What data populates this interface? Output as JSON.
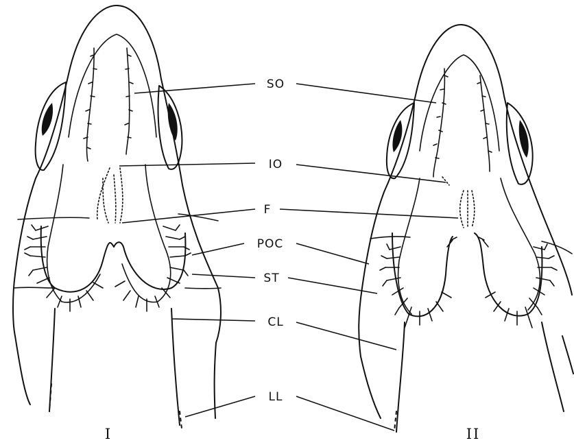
{
  "labels": {
    "so": "SO",
    "io": "IO",
    "f": "F",
    "poc": "POC",
    "st": "ST",
    "cl": "CL",
    "ll": "LL"
  },
  "panels": {
    "left": "I",
    "right": "II"
  }
}
